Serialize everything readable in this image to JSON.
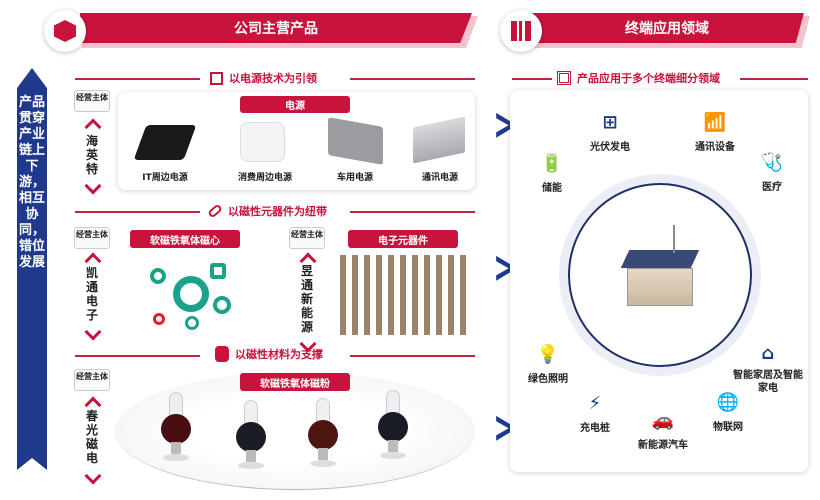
{
  "left": {
    "header": "公司主营产品",
    "side_banner": "产品贯穿产业链上下游，相互协同，错位发展",
    "tag": "经营主体",
    "section1": {
      "heading": "以电源技术为引领",
      "entity": "海英特",
      "category": "电源",
      "products": [
        "IT周边电源",
        "消费周边电源",
        "车用电源",
        "通讯电源"
      ]
    },
    "section2": {
      "heading": "以磁性元器件为纽带",
      "left": {
        "entity": "凯通电子",
        "category": "软磁铁氧体磁心"
      },
      "right": {
        "entity": "昱通新能源",
        "category": "电子元器件"
      }
    },
    "section3": {
      "heading": "以磁性材料为支撑",
      "entity": "春光磁电",
      "category": "软磁铁氧体磁粉"
    }
  },
  "right": {
    "header": "终端应用领域",
    "subheading": "产品应用于多个终端细分领域",
    "apps": [
      "光伏发电",
      "通讯设备",
      "储能",
      "医疗",
      "绿色照明",
      "智能家居及智能家电",
      "充电桩",
      "新能源汽车",
      "物联网"
    ]
  },
  "colors": {
    "accent": "#c8143c",
    "navy": "#1f3a8a"
  }
}
